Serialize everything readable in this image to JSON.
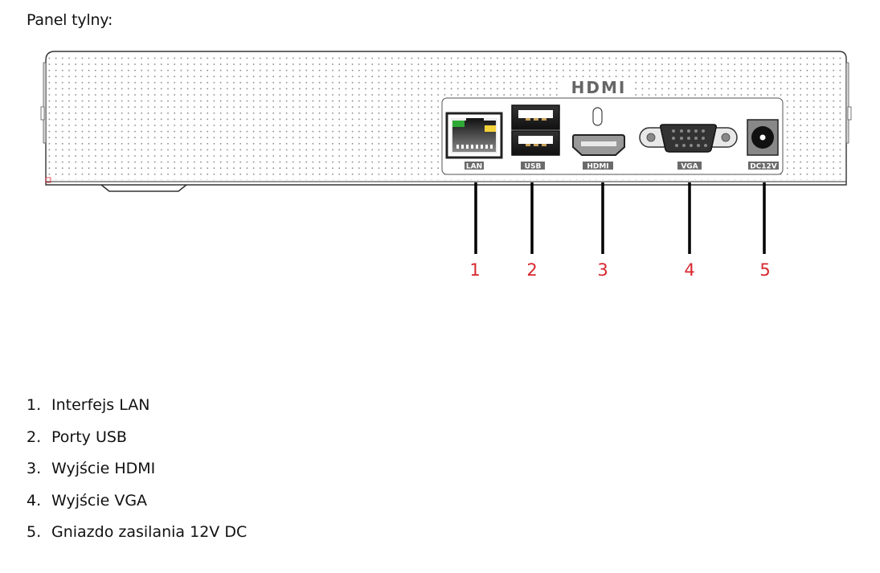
{
  "heading": "Panel tylny:",
  "device": {
    "logo_text": "HDMI",
    "ports": [
      {
        "id": "lan",
        "label": "LAN"
      },
      {
        "id": "usb",
        "label": "USB"
      },
      {
        "id": "hdmi",
        "label": "HDMI"
      },
      {
        "id": "vga",
        "label": "VGA"
      },
      {
        "id": "dc",
        "label": "DC12V"
      }
    ],
    "led_colors": {
      "left": "#2fa836",
      "right": "#f3d23a"
    },
    "callout_color": "#d9262d"
  },
  "callouts": [
    "1",
    "2",
    "3",
    "4",
    "5"
  ],
  "legend": [
    {
      "num": "1.",
      "text": "Interfejs LAN"
    },
    {
      "num": "2.",
      "text": "Porty USB"
    },
    {
      "num": "3.",
      "text": "Wyjście HDMI"
    },
    {
      "num": "4.",
      "text": "Wyjście VGA"
    },
    {
      "num": "5.",
      "text": "Gniazdo zasilania 12V DC"
    }
  ]
}
